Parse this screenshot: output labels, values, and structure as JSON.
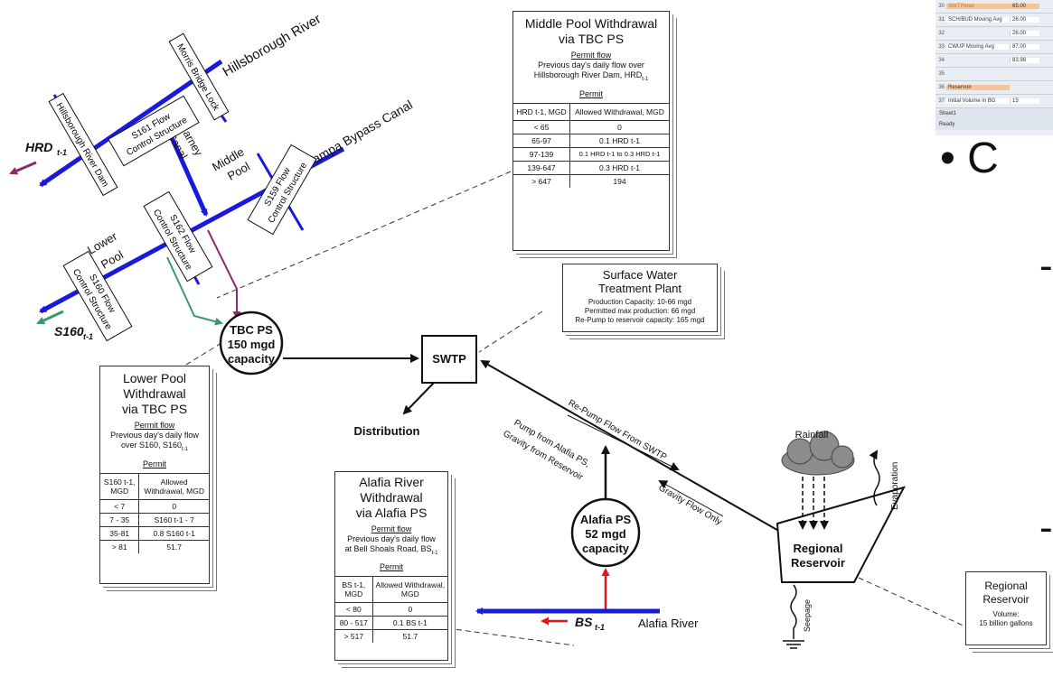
{
  "labels": {
    "hillsborough_river": "Hillsborough River",
    "morris_bridge_lock": "Morris Bridge Lock",
    "hrd": "HRD",
    "hrd_sub": "t-1",
    "hillsborough_river_dam": "Hillsborough River Dam",
    "s161": "S161 Flow Control Structure",
    "harney_canal": "Harney Canal",
    "middle_pool": "Middle Pool",
    "s159": "S159 Flow Control Structure",
    "tampa_bypass_canal": "Tampa Bypass Canal",
    "lower_pool": "Lower Pool",
    "s162": "S162 Flow Control Structure",
    "s160_struct": "S160 Flow Control Structure",
    "s160": "S160",
    "s160_sub": "t-1",
    "tbc_ps_1": "TBC PS",
    "tbc_ps_2": "150 mgd",
    "tbc_ps_3": "capacity",
    "swtp": "SWTP",
    "distribution": "Distribution",
    "repump_flow": "Re-Pump Flow From SWTP",
    "pump_from_1": "Pump from Alafia PS,",
    "pump_from_2": "Gravity from Reservoir",
    "gravity_flow": "Gravity Flow Only",
    "alafia_ps_1": "Alafia PS",
    "alafia_ps_2": "52 mgd",
    "alafia_ps_3": "capacity",
    "rainfall": "Rainfall",
    "evaporation": "Evaporation",
    "regional_reservoir_1": "Regional",
    "regional_reservoir_2": "Reservoir",
    "seepage": "Seepage",
    "bs": "BS",
    "bs_sub": "t-1",
    "alafia_river": "Alafia River"
  },
  "middle_pool_box": {
    "title1": "Middle Pool Withdrawal",
    "title2": "via TBC PS",
    "permit_flow": "Permit flow",
    "desc1": "Previous day's daily flow over",
    "desc2": "Hillsborough River Dam, HRD",
    "desc_sub": "t-1",
    "permit": "Permit",
    "col1": "HRD t-1, MGD",
    "col2": "Allowed Withdrawal, MGD",
    "rows": [
      [
        "< 65",
        "0"
      ],
      [
        "65-97",
        "0.1 HRD t-1"
      ],
      [
        "97-139",
        "0.1 HRD t-1 to 0.3 HRD t-1"
      ],
      [
        "139-647",
        "0.3 HRD t-1"
      ],
      [
        "> 647",
        "194"
      ]
    ]
  },
  "lower_pool_box": {
    "title1": "Lower Pool",
    "title2": "Withdrawal",
    "title3": "via TBC PS",
    "permit_flow": "Permit flow",
    "desc1": "Previous day's daily flow",
    "desc2": "over S160, S160",
    "desc_sub": "t-1",
    "permit": "Permit",
    "col1": "S160 t-1, MGD",
    "col2": "Allowed Withdrawal, MGD",
    "rows": [
      [
        "< 7",
        "0"
      ],
      [
        "7 - 35",
        "S160 t-1 - 7"
      ],
      [
        "35-81",
        "0.8 S160 t-1"
      ],
      [
        "> 81",
        "51.7"
      ]
    ]
  },
  "alafia_box": {
    "title1": "Alafia River",
    "title2": "Withdrawal",
    "title3": "via Alafia PS",
    "permit_flow": "Permit flow",
    "desc1": "Previous day's daily flow",
    "desc2": "at Bell Shoals Road, BS",
    "desc_sub": "t-1",
    "permit": "Permit",
    "col1": "BS t-1, MGD",
    "col2": "Allowed Withdrawal, MGD",
    "rows": [
      [
        "< 80",
        "0"
      ],
      [
        "80 - 517",
        "0.1 BS t-1"
      ],
      [
        "> 517",
        "51.7"
      ]
    ]
  },
  "swtp_box": {
    "title1": "Surface Water",
    "title2": "Treatment Plant",
    "line1": "Production Capacity: 10-66 mgd",
    "line2": "Permitted max production: 66 mgd",
    "line3": "Re-Pump to reservoir capacity: 165 mgd"
  },
  "reservoir_box": {
    "title1": "Regional",
    "title2": "Reservoir",
    "line1": "Volume:",
    "line2": "15 billion gallons"
  },
  "excel": {
    "rows": [
      {
        "n": "30",
        "label": "SWTPtotal",
        "val": "65.00"
      },
      {
        "n": "31",
        "label": "SCH/BUD Moving Avg",
        "val": "26.00"
      },
      {
        "n": "32",
        "label": "",
        "val": "26.00"
      },
      {
        "n": "33",
        "label": "CWUP Moving Avg",
        "val": "87.00"
      },
      {
        "n": "34",
        "label": "",
        "val": "83.98"
      },
      {
        "n": "35",
        "label": "",
        "val": ""
      },
      {
        "n": "36",
        "label": "Reservoir",
        "val": ""
      },
      {
        "n": "37",
        "label": "Initial Volume in BG",
        "val": "15"
      }
    ],
    "sheet_tab": "Sheet1",
    "status": "Ready"
  },
  "slide": {
    "bullet_char": "•",
    "bullet_text": "C",
    "dash1": "-",
    "dash2": "-"
  },
  "colors": {
    "river": "#1a1adc",
    "withdraw_purple": "#8b2c6e",
    "withdraw_green": "#3a9a6a",
    "alafia_red": "#e01818"
  }
}
